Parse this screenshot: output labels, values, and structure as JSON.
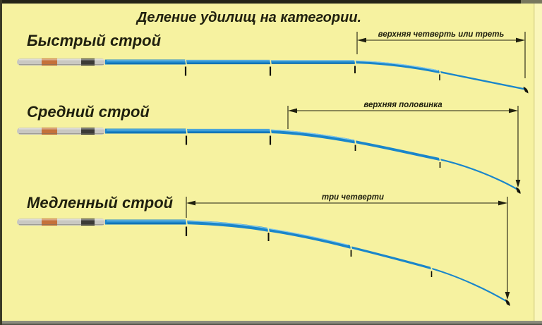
{
  "title": "Деление удилищ на категории.",
  "rods": [
    {
      "label": "Быстрый строй",
      "annotation": "верхняя четверть или треть"
    },
    {
      "label": "Средний строй",
      "annotation": "верхняя половинка"
    },
    {
      "label": "Медленный строй",
      "annotation": "три четверти"
    }
  ],
  "colors": {
    "background": "#f6f2a0",
    "rod_blue": "#1a86ca",
    "rod_highlight": "#8accec",
    "rod_shadow": "#0d5f9e",
    "handle_gray": "#c9c8c2",
    "handle_orange": "#c4713a",
    "handle_black": "#3b3a36",
    "ink": "#20200f"
  }
}
